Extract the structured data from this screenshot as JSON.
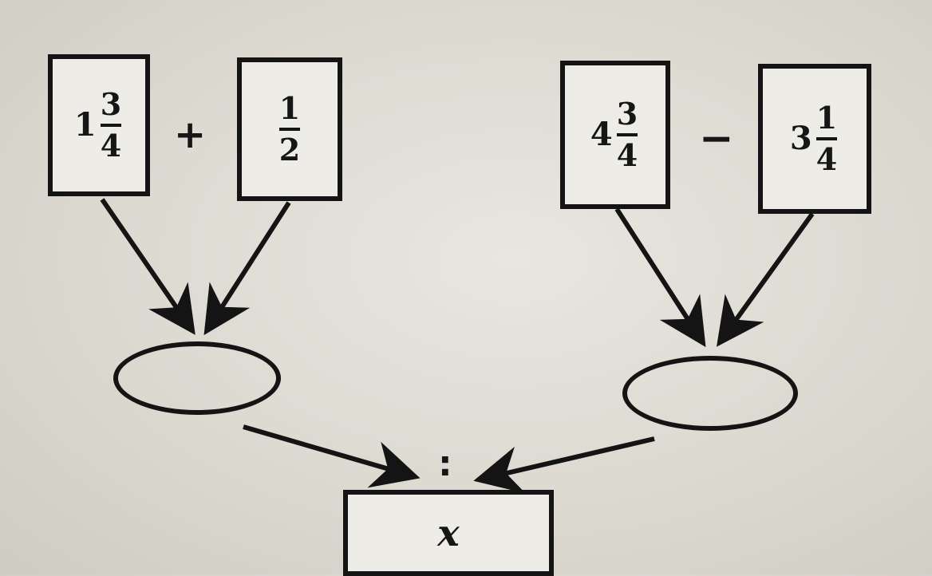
{
  "left_group": {
    "box1": {
      "whole": "1",
      "numerator": "3",
      "denominator": "4"
    },
    "operator": "+",
    "box2": {
      "whole": "",
      "numerator": "1",
      "denominator": "2"
    }
  },
  "right_group": {
    "box1": {
      "whole": "4",
      "numerator": "3",
      "denominator": "4"
    },
    "operator": "−",
    "box2": {
      "whole": "3",
      "numerator": "1",
      "denominator": "4"
    }
  },
  "division_sign": ":",
  "result_label": "x",
  "colors": {
    "ink": "#141414",
    "paper": "#e4e2db"
  }
}
